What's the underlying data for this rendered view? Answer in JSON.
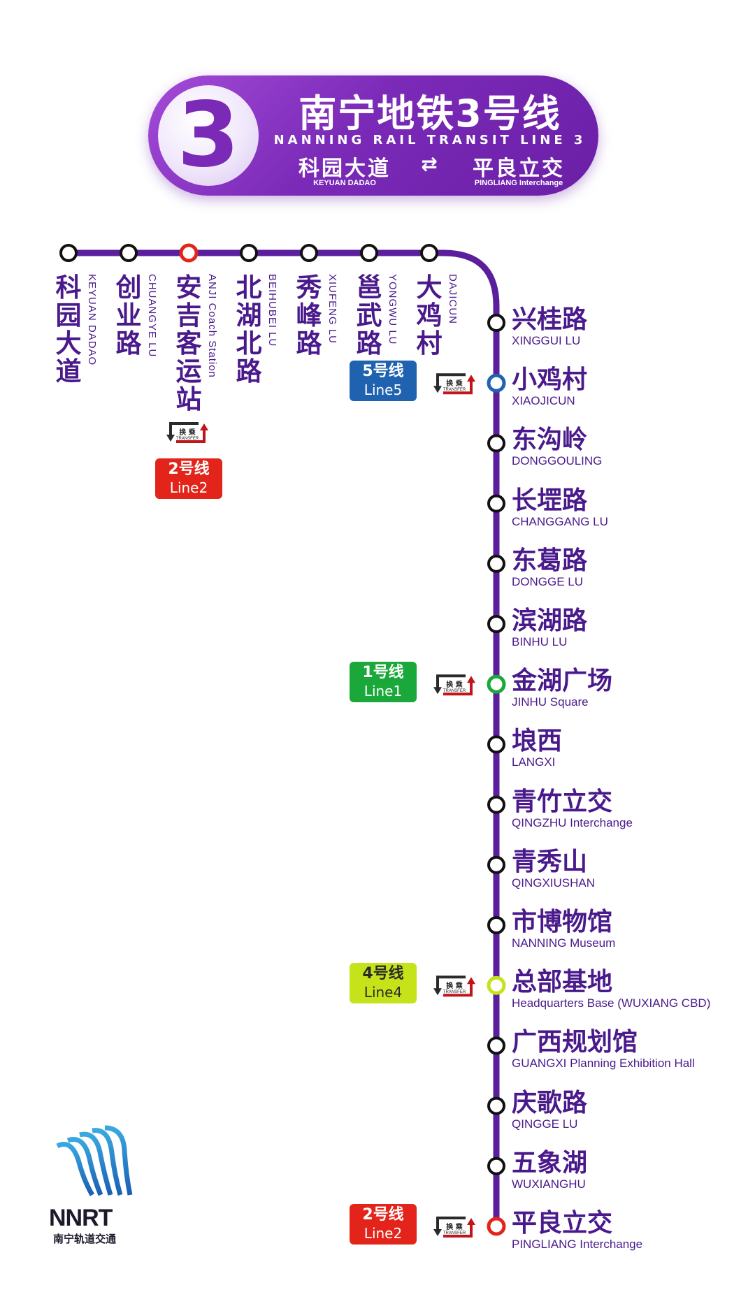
{
  "header": {
    "number": "3",
    "title": "南宁地铁3号线",
    "subtitle": "NANNING RAIL TRANSIT LINE 3",
    "from_cn": "科园大道",
    "to_cn": "平良立交",
    "arrow": "⇄",
    "from_en": "KEYUAN DADAO",
    "to_en": "PINGLIANG Interchange"
  },
  "colors": {
    "line3": "#5b1f9e",
    "line1": "#1aa83a",
    "line2": "#e2241a",
    "line4": "#c6e31a",
    "line5": "#1f63b0",
    "text": "#4a1a8c"
  },
  "top_stations": [
    {
      "cn": "科园大道",
      "en": "KEYUAN DADAO"
    },
    {
      "cn": "创业路",
      "en": "CHUANGYE LU"
    },
    {
      "cn": "安吉客运站",
      "en": "ANJI Coach Station",
      "transfer": "line2"
    },
    {
      "cn": "北湖北路",
      "en": "BEIHUBEI LU"
    },
    {
      "cn": "秀峰路",
      "en": "XIUFENG LU"
    },
    {
      "cn": "邕武路",
      "en": "YONGWU LU"
    },
    {
      "cn": "大鸡村",
      "en": "DAJICUN"
    }
  ],
  "right_stations": [
    {
      "cn": "兴桂路",
      "en": "XINGGUI LU"
    },
    {
      "cn": "小鸡村",
      "en": "XIAOJICUN",
      "transfer": "line5"
    },
    {
      "cn": "东沟岭",
      "en": "DONGGOULING"
    },
    {
      "cn": "长堽路",
      "en": "CHANGGANG LU"
    },
    {
      "cn": "东葛路",
      "en": "DONGGE LU"
    },
    {
      "cn": "滨湖路",
      "en": "BINHU LU"
    },
    {
      "cn": "金湖广场",
      "en": "JINHU Square",
      "transfer": "line1"
    },
    {
      "cn": "埌西",
      "en": "LANGXI"
    },
    {
      "cn": "青竹立交",
      "en": "QINGZHU Interchange"
    },
    {
      "cn": "青秀山",
      "en": "QINGXIUSHAN"
    },
    {
      "cn": "市博物馆",
      "en": "NANNING Museum"
    },
    {
      "cn": "总部基地",
      "en": "Headquarters Base (WUXIANG CBD)",
      "transfer": "line4"
    },
    {
      "cn": "广西规划馆",
      "en": "GUANGXI Planning Exhibition Hall"
    },
    {
      "cn": "庆歌路",
      "en": "QINGGE LU"
    },
    {
      "cn": "五象湖",
      "en": "WUXIANGHU"
    },
    {
      "cn": "平良立交",
      "en": "PINGLIANG Interchange",
      "transfer": "line2"
    }
  ],
  "badges": {
    "line1": {
      "cn": "1号线",
      "en": "Line1"
    },
    "line2": {
      "cn": "2号线",
      "en": "Line2"
    },
    "line4": {
      "cn": "4号线",
      "en": "Line4"
    },
    "line5": {
      "cn": "5号线",
      "en": "Line5"
    }
  },
  "transfer_icon": {
    "cn": "换 乘",
    "en": "TRANSFER"
  },
  "logo": {
    "text": "NNRT",
    "sub": "南宁轨道交通"
  }
}
